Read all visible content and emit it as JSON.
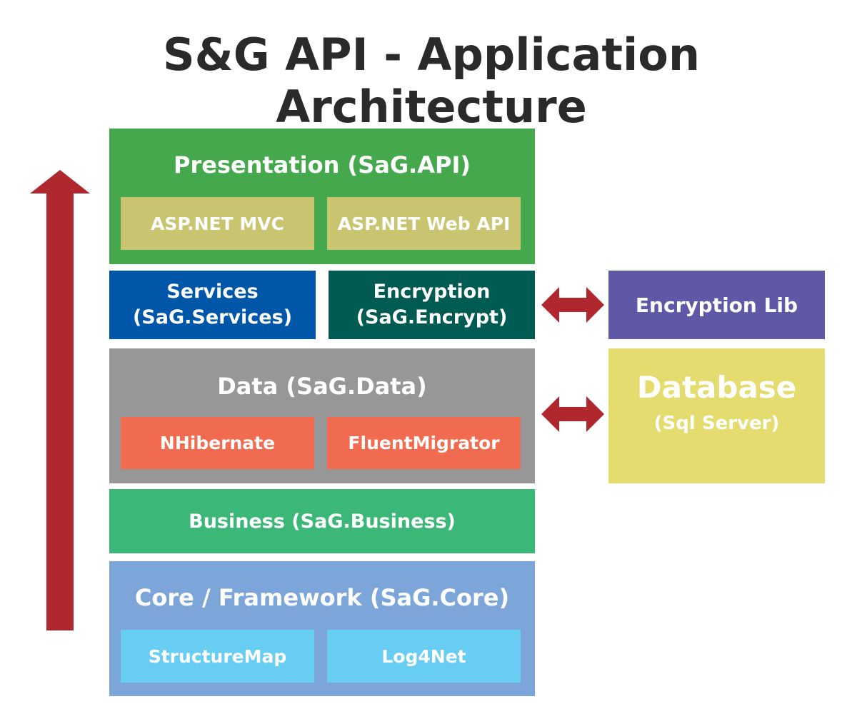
{
  "title": "S&G API - Application Architecture",
  "colors": {
    "presentation": "#45a84c",
    "presentation_sub": "#c9c46f",
    "services": "#0056a8",
    "encryption": "#005c52",
    "encryption_lib": "#5f58a6",
    "data": "#979797",
    "data_sub": "#f16b50",
    "database": "#e4dc6e",
    "business": "#3bb878",
    "core": "#7ca6d9",
    "core_sub": "#68cdf3",
    "arrow": "#b0272d"
  },
  "layers": {
    "presentation": {
      "title": "Presentation (SaG.API)",
      "items": [
        "ASP.NET MVC",
        "ASP.NET Web API"
      ]
    },
    "services": {
      "line1": "Services",
      "line2": "(SaG.Services)"
    },
    "encryption": {
      "line1": "Encryption",
      "line2": "(SaG.Encrypt)"
    },
    "data": {
      "title": "Data (SaG.Data)",
      "items": [
        "NHibernate",
        "FluentMigrator"
      ]
    },
    "business": {
      "title": "Business (SaG.Business)"
    },
    "core": {
      "title": "Core / Framework (SaG.Core)",
      "items": [
        "StructureMap",
        "Log4Net"
      ]
    }
  },
  "external": {
    "encryption_lib": "Encryption Lib",
    "database": {
      "title": "Database",
      "subtitle": "(Sql Server)"
    }
  }
}
